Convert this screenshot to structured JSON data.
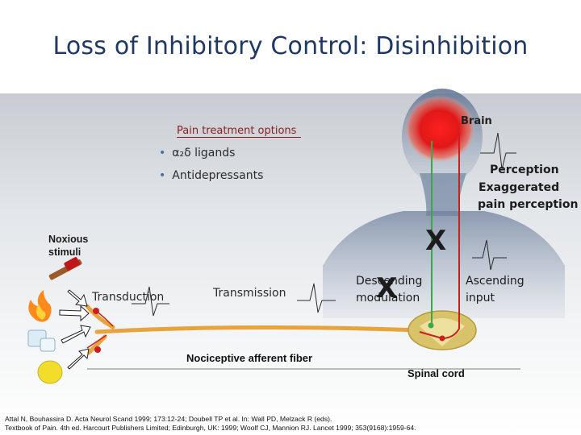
{
  "slide": {
    "title": "Loss of Inhibitory Control: Disinhibition"
  },
  "treatment": {
    "heading": "Pain treatment options",
    "options": [
      "α₂δ ligands",
      "Antidepressants"
    ]
  },
  "labels": {
    "brain": "Brain",
    "perception": "Perception",
    "exaggerated_1": "Exaggerated",
    "exaggerated_2": "pain perception",
    "noxious_1": "Noxious",
    "noxious_2": "stimuli",
    "transduction": "Transduction",
    "transmission": "Transmission",
    "descending_1": "Descending",
    "descending_2": "modulation",
    "ascending_1": "Ascending",
    "ascending_2": "input",
    "fiber": "Nociceptive afferent fiber",
    "spinal_cord": "Spinal cord",
    "block_mark": "X"
  },
  "reference": {
    "line1": "Attal N, Bouhassira D. Acta Neurol Scand 1999; 173:12-24; Doubell TP et al. In: Wall PD, Melzack R (eds).",
    "line2": "Textbook of Pain. 4th ed. Harcourt Publishers Limited; Edinburgh, UK: 1999; Woolf CJ, Mannion RJ. Lancet 1999; 353(9168):1959-64."
  },
  "colors": {
    "title": "#1f3864",
    "nerve_orange": "#e8a33a",
    "ascending_red": "#d01c1c",
    "descending_green": "#3aa84a",
    "brain_red": "#e02020"
  },
  "icons": [
    "hammer-icon",
    "flame-icon",
    "ice-icon",
    "lemon-icon"
  ]
}
